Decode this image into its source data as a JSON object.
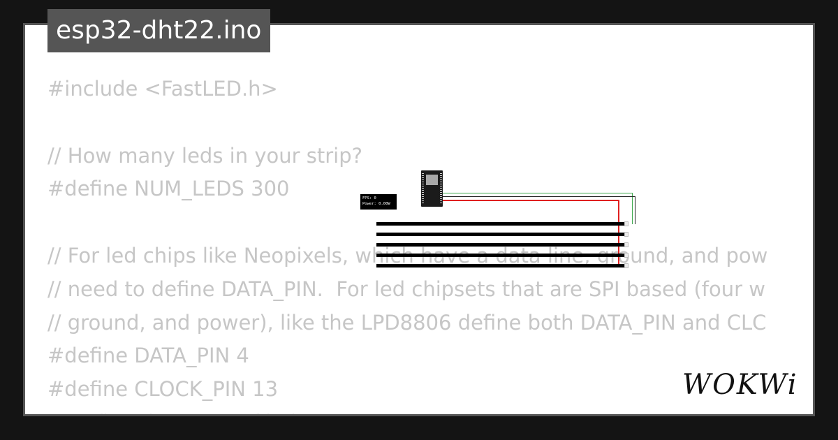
{
  "file": {
    "name": "esp32-dht22.ino"
  },
  "code": {
    "lines": [
      "#include <FastLED.h>",
      "",
      "// How many leds in your strip?",
      "#define NUM_LEDS 300",
      "",
      "// For led chips like Neopixels, which have a data line, ground, and pow",
      "// need to define DATA_PIN.  For led chipsets that are SPI based (four w",
      "// ground, and power), like the LPD8806 define both DATA_PIN and CLC",
      "#define DATA_PIN 4",
      "#define CLOCK_PIN 13",
      "// Define the array of leds"
    ]
  },
  "simulator": {
    "fps_label": "FPS: 0",
    "power_label": "Power: 0.00W",
    "strip_count": 5
  },
  "brand": {
    "logo_text": "WOKWi",
    "logo_icon": "wokwi-logo"
  },
  "colors": {
    "background": "#141414",
    "card": "#ffffff",
    "card_border": "#555555",
    "title_bg": "#555555",
    "code_text": "#c6c6c6",
    "wire_green": "#3aa64a",
    "wire_red": "#e02020"
  }
}
